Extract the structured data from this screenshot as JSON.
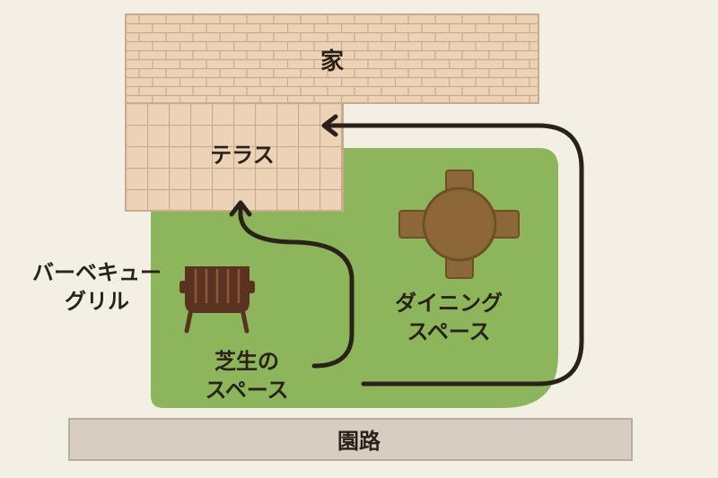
{
  "labels": {
    "house": "家",
    "terrace": "テラス",
    "dining": [
      "ダイニング",
      "スペース"
    ],
    "lawn": [
      "芝生の",
      "スペース"
    ],
    "grill": [
      "バーベキュー",
      "グリル"
    ],
    "garden_path": "園路"
  },
  "colors": {
    "background": "#f3efe5",
    "house_fill": "#ecd2b6",
    "house_mortar": "#c9ab8c",
    "terrace_fill": "#ecd2b6",
    "lawn": "#8db65c",
    "path_fill": "#d8cdc2",
    "path_border": "#b9aca0",
    "furniture": "#8c6838",
    "furniture_dark": "#6e5028",
    "grill": "#5a3220",
    "arrow": "#2a2118"
  },
  "icons": [
    "dining-table-icon",
    "bbq-grill-icon",
    "arrow-to-terrace-icon",
    "arrow-loop-icon"
  ]
}
